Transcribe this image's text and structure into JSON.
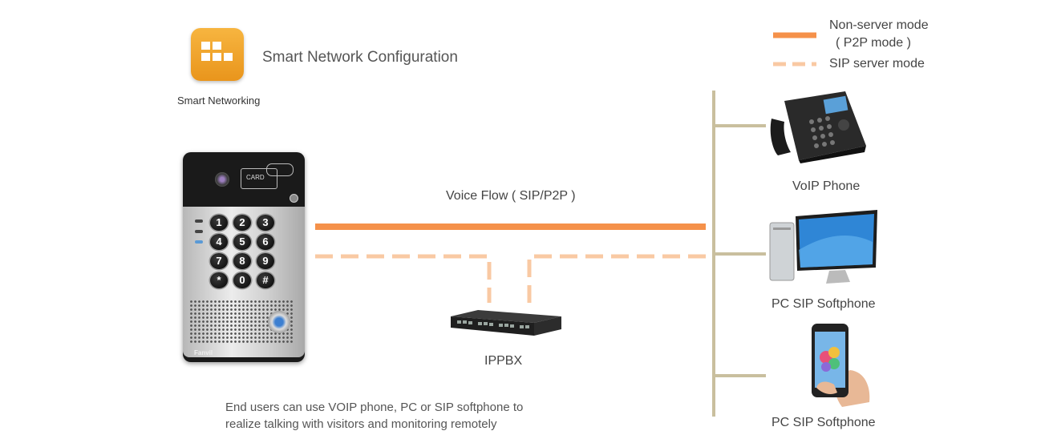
{
  "header": {
    "app_icon_name": "smart-networking-icon",
    "app_icon_label": "Smart Networking",
    "title": "Smart Network Configuration"
  },
  "legend": {
    "solid_label_line1": "Non-server mode",
    "solid_label_line2": "( P2P mode )",
    "dashed_label": "SIP server mode",
    "solid_color": "#F5914A",
    "dashed_color": "#F9C9A3"
  },
  "flow_label": "Voice Flow ( SIP/P2P )",
  "intercom": {
    "card_text": "CARD",
    "keys": [
      "1",
      "2",
      "3",
      "4",
      "5",
      "6",
      "7",
      "8",
      "9",
      "*",
      "0",
      "#"
    ],
    "brand": "Fanvil"
  },
  "ippbx_label": "IPPBX",
  "endpoints": [
    {
      "label": "VoIP Phone",
      "icon": "voip-phone-icon"
    },
    {
      "label": "PC SIP Softphone",
      "icon": "desktop-computer-icon"
    },
    {
      "label": "PC SIP Softphone",
      "icon": "smartphone-icon"
    }
  ],
  "footer_line1": "End users can use VOIP phone, PC or SIP softphone to",
  "footer_line2": "realize talking with visitors and monitoring remotely",
  "colors": {
    "bus": "#C9BF9E",
    "app_icon": "#F2A62B"
  }
}
